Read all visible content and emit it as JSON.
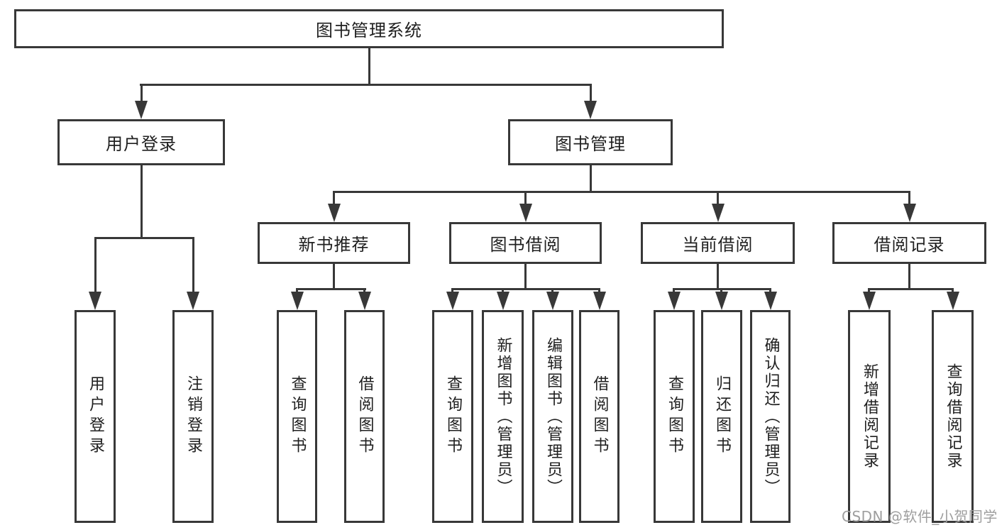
{
  "diagram": {
    "type": "hierarchy-tree",
    "title": "图书管理系统",
    "tree": {
      "root": "图书管理系统",
      "children": [
        {
          "label": "用户登录",
          "children": [
            "用户登录",
            "注销登录"
          ]
        },
        {
          "label": "图书管理",
          "children": [
            {
              "label": "新书推荐",
              "children": [
                "查询图书",
                "借阅图书"
              ]
            },
            {
              "label": "图书借阅",
              "children": [
                "查询图书",
                "新增图书（管理员）",
                "编辑图书（管理员）",
                "借阅图书"
              ]
            },
            {
              "label": "当前借阅",
              "children": [
                "查询图书",
                "归还图书",
                "确认归还（管理员）"
              ]
            },
            {
              "label": "借阅记录",
              "children": [
                "新增借阅记录",
                "查询借阅记录"
              ]
            }
          ]
        }
      ]
    }
  },
  "nodes": {
    "root": {
      "label": "图书管理系统"
    },
    "user_login": {
      "label": "用户登录"
    },
    "book_mgmt": {
      "label": "图书管理"
    },
    "new_book_rec": {
      "label": "新书推荐"
    },
    "book_borrow": {
      "label": "图书借阅"
    },
    "current_borrow": {
      "label": "当前借阅"
    },
    "borrow_record": {
      "label": "借阅记录"
    },
    "leaf_user_login": {
      "label": "用户登录"
    },
    "leaf_logout": {
      "label": "注销登录"
    },
    "leaf_nbr_query_book": {
      "label": "查询图书"
    },
    "leaf_nbr_borrow_book": {
      "label": "借阅图书"
    },
    "leaf_bb_query_book": {
      "label": "查询图书"
    },
    "leaf_bb_add_book": {
      "label": "新增图书（管理员）"
    },
    "leaf_bb_edit_book": {
      "label": "编辑图书（管理员）"
    },
    "leaf_bb_borrow_book": {
      "label": "借阅图书"
    },
    "leaf_cb_query_book": {
      "label": "查询图书"
    },
    "leaf_cb_return_book": {
      "label": "归还图书"
    },
    "leaf_cb_confirm_return": {
      "label": "确认归还（管理员）"
    },
    "leaf_br_add_record": {
      "label": "新增借阅记录"
    },
    "leaf_br_query_record": {
      "label": "查询借阅记录"
    }
  },
  "watermark": {
    "text": "CSDN @软件_小贺同学"
  },
  "colors": {
    "line": "#383838",
    "text": "#1f1f1f",
    "watermark": "#9e9e9e",
    "background": "#ffffff"
  }
}
